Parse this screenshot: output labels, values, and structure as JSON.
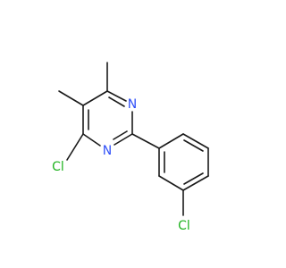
{
  "colors": {
    "bond": "#1a1a1a",
    "nitrogen": "#3050f8",
    "chlorine": "#1fb31f",
    "background": "#ffffff"
  },
  "atoms": [
    {
      "id": "N1",
      "label": "N",
      "element": "nitrogen"
    },
    {
      "id": "N2",
      "label": "N",
      "element": "nitrogen"
    },
    {
      "id": "Cl1",
      "label": "Cl",
      "element": "chlorine"
    },
    {
      "id": "Cl2",
      "label": "Cl",
      "element": "chlorine"
    }
  ]
}
